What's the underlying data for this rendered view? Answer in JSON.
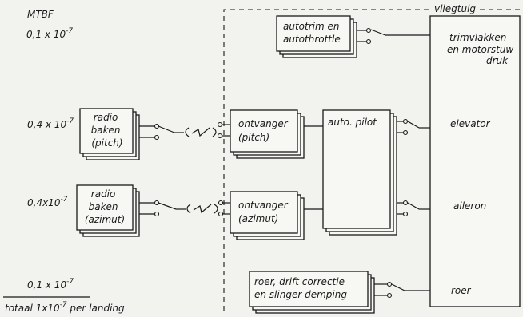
{
  "mtbf_header": "MTBF",
  "mtbf": {
    "top": [
      "0,1 x 10",
      "-7"
    ],
    "pitch": [
      "0,4 x 10",
      "-7"
    ],
    "azimut": [
      "0,4x10",
      "-7"
    ],
    "roer": [
      "0,1 x 10",
      "-7"
    ]
  },
  "total": {
    "prefix": "totaal 1x10",
    "exp": "-7",
    "suffix": " per landing"
  },
  "aircraft_label": "vliegtuig",
  "blocks": {
    "radio_pitch": [
      "radio",
      "baken",
      "(pitch)"
    ],
    "radio_azimut": [
      "radio",
      "baken",
      "(azimut)"
    ],
    "rx_pitch": [
      "ontvanger",
      "(pitch)"
    ],
    "rx_azimut": [
      "ontvanger",
      "(azimut)"
    ],
    "autopilot": "auto. pilot",
    "autotrim": [
      "autotrim en",
      "autothrottle"
    ],
    "roer_drift": [
      "roer, drift correctie",
      "en slinger demping"
    ]
  },
  "controls": {
    "trim": [
      "trimvlakken",
      "en motorstuw",
      "druk"
    ],
    "elevator": "elevator",
    "aileron": "aileron",
    "roer": "roer"
  }
}
